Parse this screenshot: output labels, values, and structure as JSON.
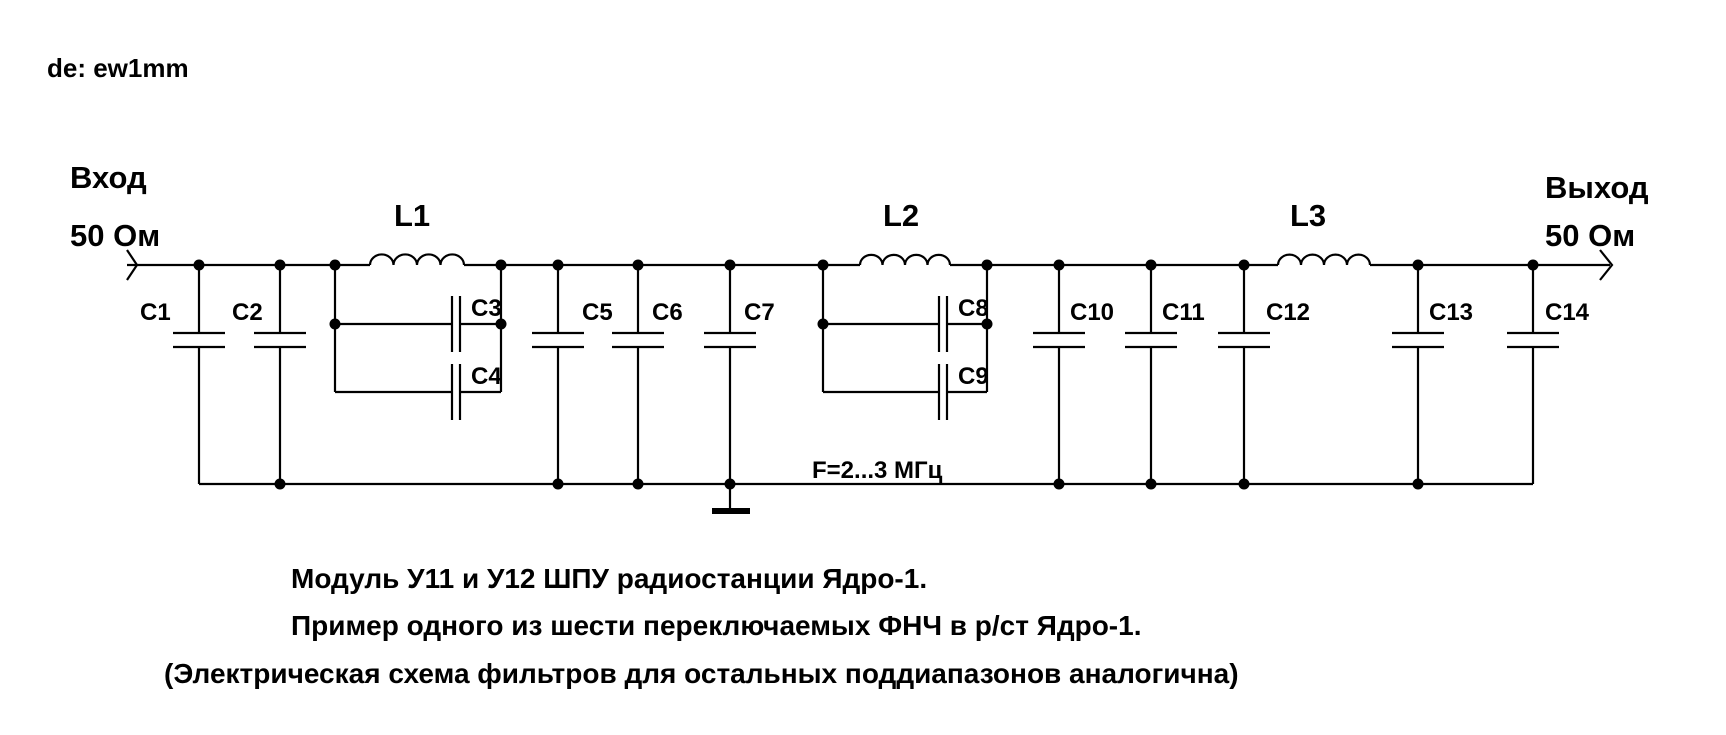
{
  "author": "de: ew1mm",
  "input": {
    "title": "Вход",
    "impedance": "50 Ом"
  },
  "output": {
    "title": "Выход",
    "impedance": "50 Ом"
  },
  "inductors": [
    "L1",
    "L2",
    "L3"
  ],
  "capacitors": {
    "C1": "C1",
    "C2": "C2",
    "C3": "C3",
    "C4": "C4",
    "C5": "C5",
    "C6": "C6",
    "C7": "C7",
    "C8": "C8",
    "C9": "C9",
    "C10": "C10",
    "C11": "C11",
    "C12": "C12",
    "C13": "C13",
    "C14": "C14"
  },
  "frequency": "F=2...3 МГц",
  "caption": [
    "Модуль У11 и У12 ШПУ радиостанции Ядро-1.",
    "Пример одного из шести переключаемых ФНЧ в р/ст Ядро-1.",
    "(Электрическая схема фильтров для остальных поддиапазонов аналогична)"
  ]
}
